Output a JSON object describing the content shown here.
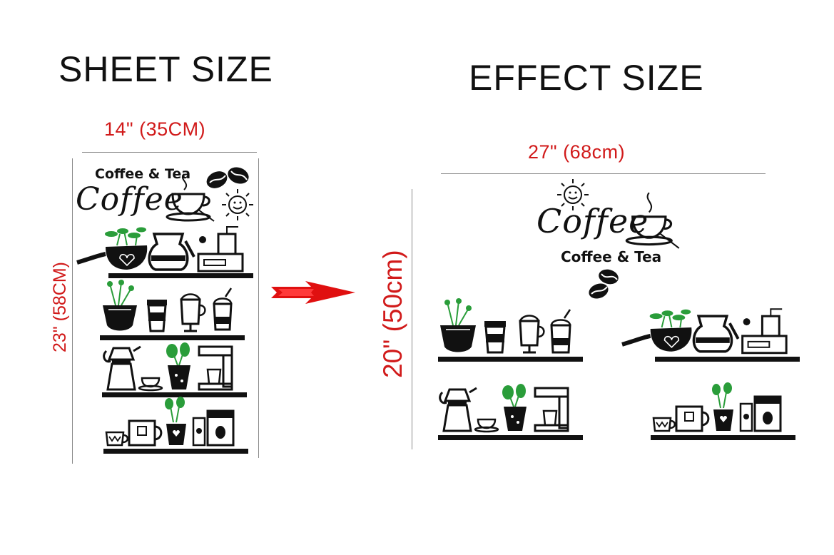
{
  "titles": {
    "sheet": "SHEET SIZE",
    "effect": "EFFECT SIZE"
  },
  "sheet": {
    "width_label": "14\" (35CM)",
    "height_label": "23\" (58CM)"
  },
  "effect": {
    "width_label": "27\" (68cm)",
    "height_label": "20\" (50cm)"
  },
  "decal_text": {
    "coffee_and_tea": "Coffee & Tea",
    "coffee_script": "Coffee"
  },
  "colors": {
    "dimension_red": "#d11a1a",
    "ink_black": "#111111",
    "plant_green": "#2a9d3a",
    "arrow_red": "#e01010"
  }
}
